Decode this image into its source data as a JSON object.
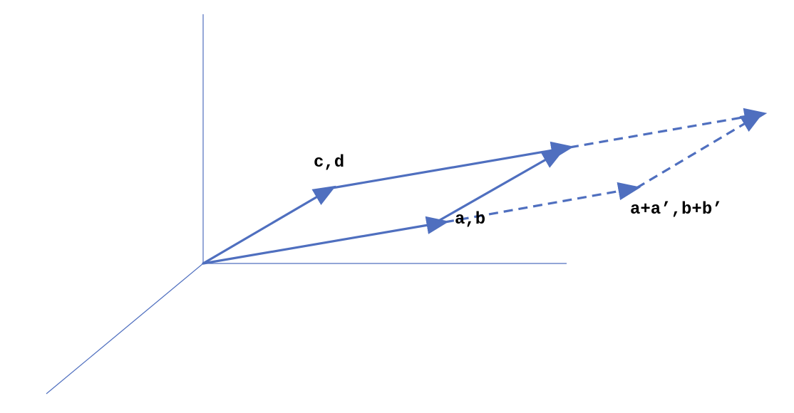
{
  "colors": {
    "axis": "#4f6fbf",
    "vector": "#4f6fbf",
    "text": "#000000"
  },
  "labels": {
    "cd": "c,d",
    "ab": "a,b",
    "sum": "a+a’,b+b’"
  }
}
